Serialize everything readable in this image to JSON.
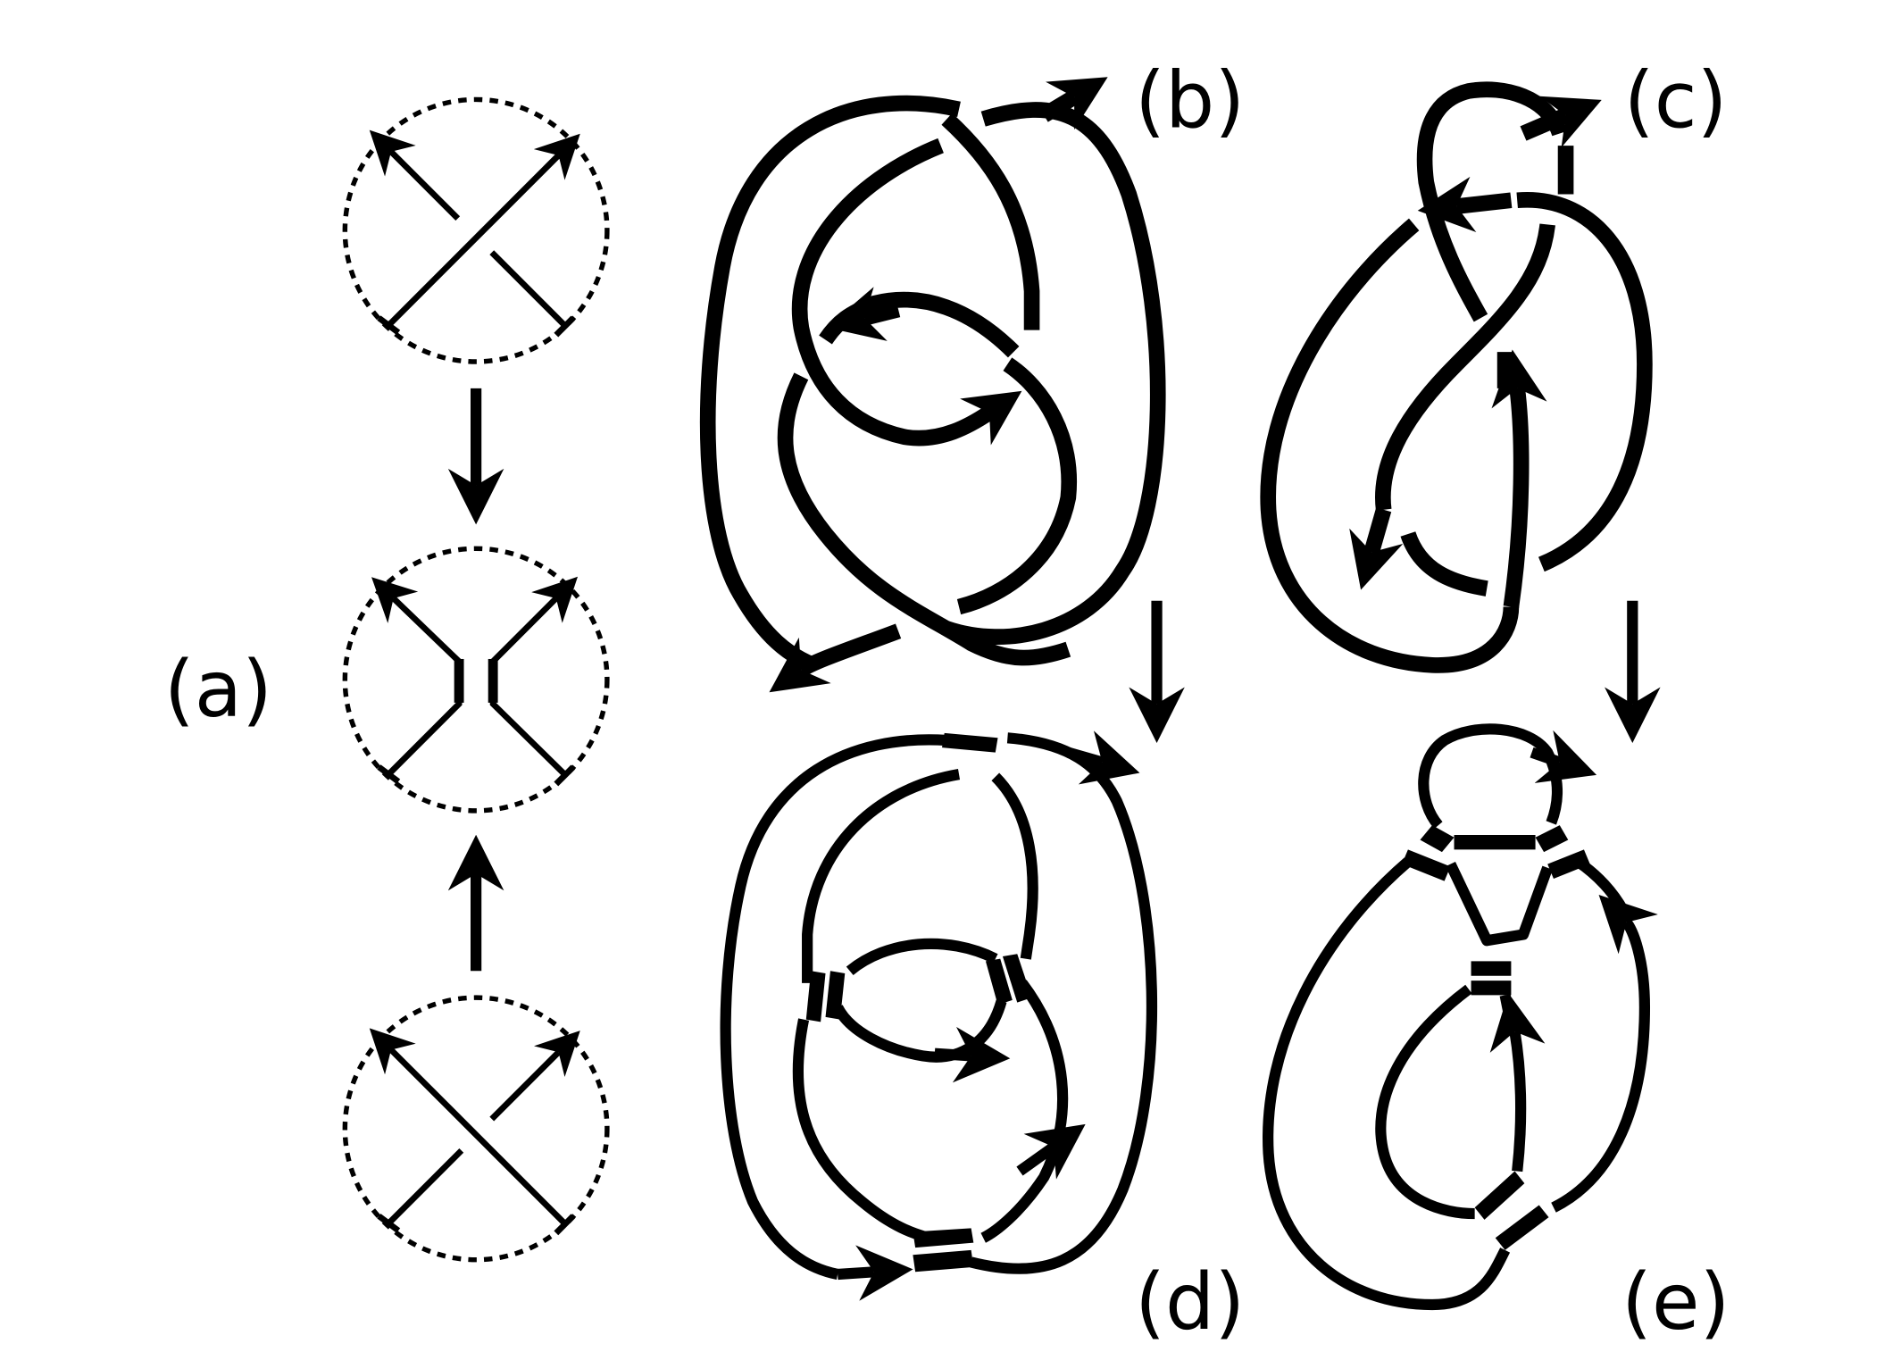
{
  "panels": {
    "a": {
      "label": "(a)"
    },
    "b": {
      "label": "(b)"
    },
    "c": {
      "label": "(c)"
    },
    "d": {
      "label": "(d)"
    },
    "e": {
      "label": "(e)"
    }
  }
}
